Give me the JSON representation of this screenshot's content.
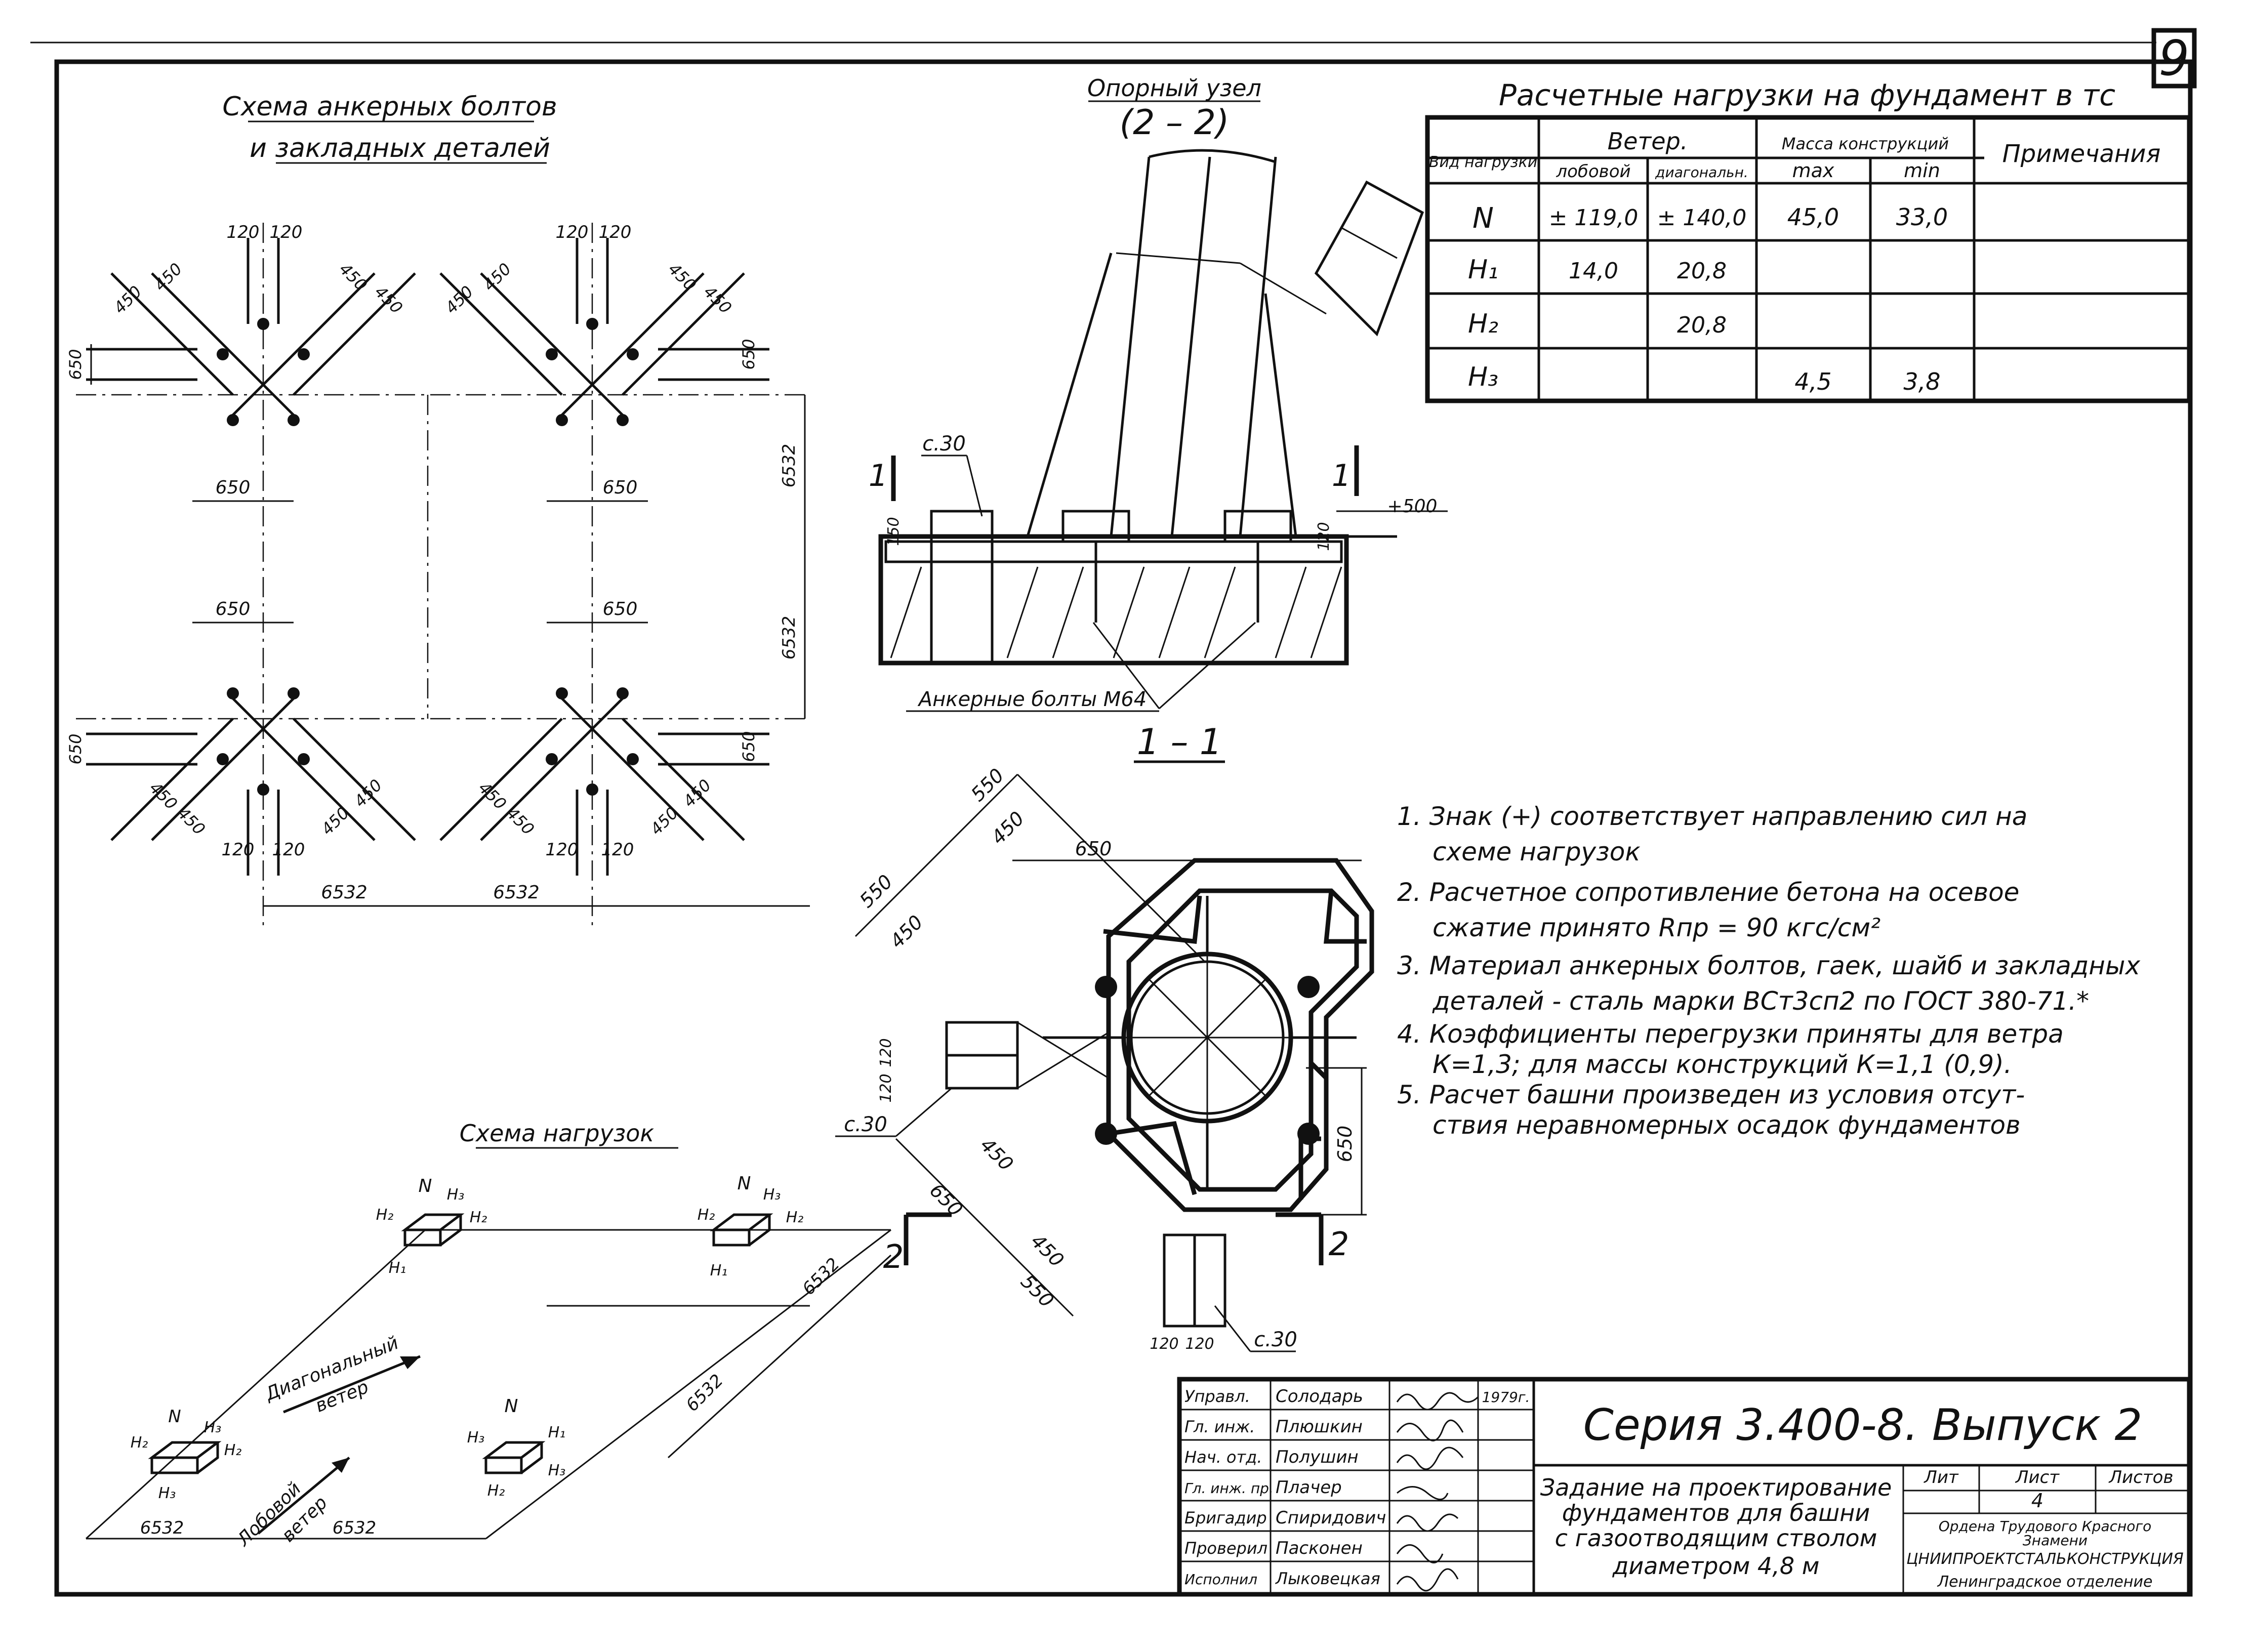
{
  "sheet": {
    "number": "9"
  },
  "anchor_scheme": {
    "title_line1": "Схема анкерных болтов",
    "title_line2": "и закладных деталей",
    "dims": {
      "d120": "120",
      "d450": "450",
      "d650": "650",
      "d6532": "6532"
    }
  },
  "support_node": {
    "title": "Опорный узел",
    "subtitle": "(2 – 2)",
    "label_c30": "с.30",
    "level": "+500",
    "dim_150": "150",
    "dim_120": "120",
    "cut_mark": "1",
    "bolts_label": "Анкерные болты М64"
  },
  "section_1_1": {
    "title": "1 – 1",
    "dims": {
      "d550": "550",
      "d450": "450",
      "d650": "650",
      "d120": "120"
    },
    "label_c30": "с.30",
    "cut_mark": "2"
  },
  "loads_table": {
    "title": "Расчетные нагрузки на фундамент в тс",
    "headers": {
      "load_type": "Вид нагрузки",
      "wind": "Ветер.",
      "frontal": "лобовой",
      "diagonal": "диагональн.",
      "mass": "Масса конструкций",
      "max": "max",
      "min": "min",
      "notes": "Примечания"
    },
    "rows": [
      {
        "name": "N",
        "frontal": "± 119,0",
        "diagonal": "± 140,0",
        "max": "45,0",
        "min": "33,0"
      },
      {
        "name": "H₁",
        "frontal": "14,0",
        "diagonal": "20,8",
        "max": "",
        "min": ""
      },
      {
        "name": "H₂",
        "frontal": "",
        "diagonal": "20,8",
        "max": "",
        "min": ""
      },
      {
        "name": "H₃",
        "frontal": "",
        "diagonal": "",
        "max": "4,5",
        "min": "3,8"
      }
    ]
  },
  "notes": [
    "1. Знак (+) соответствует направлению сил на",
    "схеме нагрузок",
    "2. Расчетное сопротивление бетона на осевое",
    "сжатие принято Rпр = 90 кгс/см²",
    "3. Материал анкерных болтов, гаек, шайб и закладных",
    "деталей - сталь марки ВСт3сп2 по ГОСТ 380-71.*",
    "4. Коэффициенты перегрузки приняты для ветра",
    "К=1,3; для массы конструкций К=1,1 (0,9).",
    "5. Расчет башни произведен из условия отсут-",
    "ствия неравномерных осадок фундаментов"
  ],
  "load_scheme": {
    "title": "Схема нагрузок",
    "wind_diag_1": "Диагональный",
    "wind_diag_2": "ветер",
    "wind_front_1": "Лобовой",
    "wind_front_2": "ветер",
    "dim": "6532",
    "labels": {
      "N": "N",
      "H1": "H₁",
      "H2": "H₂",
      "H3": "H₃"
    }
  },
  "title_block": {
    "series": "Серия 3.400-8. Выпуск 2",
    "description": [
      "Задание на проектирование",
      "фундаментов для башни",
      "с газоотводящим стволом",
      "диаметром 4,8 м"
    ],
    "signatures": [
      {
        "role": "Управл.",
        "name": "Солодарь"
      },
      {
        "role": "Гл. инж.",
        "name": "Плюшкин"
      },
      {
        "role": "Нач. отд.",
        "name": "Полушин"
      },
      {
        "role": "Гл. инж. пр.",
        "name": "Плачер"
      },
      {
        "role": "Бригадир",
        "name": "Спиридович"
      },
      {
        "role": "Проверил",
        "name": "Пасконен"
      },
      {
        "role": "Исполнил",
        "name": "Лыковецкая"
      }
    ],
    "date": "1979г.",
    "lit": "Лит",
    "sheet_label": "Лист",
    "sheets_label": "Листов",
    "sheet_value": "4",
    "org_line1": "Ордена Трудового Красного",
    "org_line2": "Знамени",
    "org_line3": "ЦНИИПРОЕКТСТАЛЬКОНСТРУКЦИЯ",
    "org_line4": "Ленинградское отделение"
  }
}
